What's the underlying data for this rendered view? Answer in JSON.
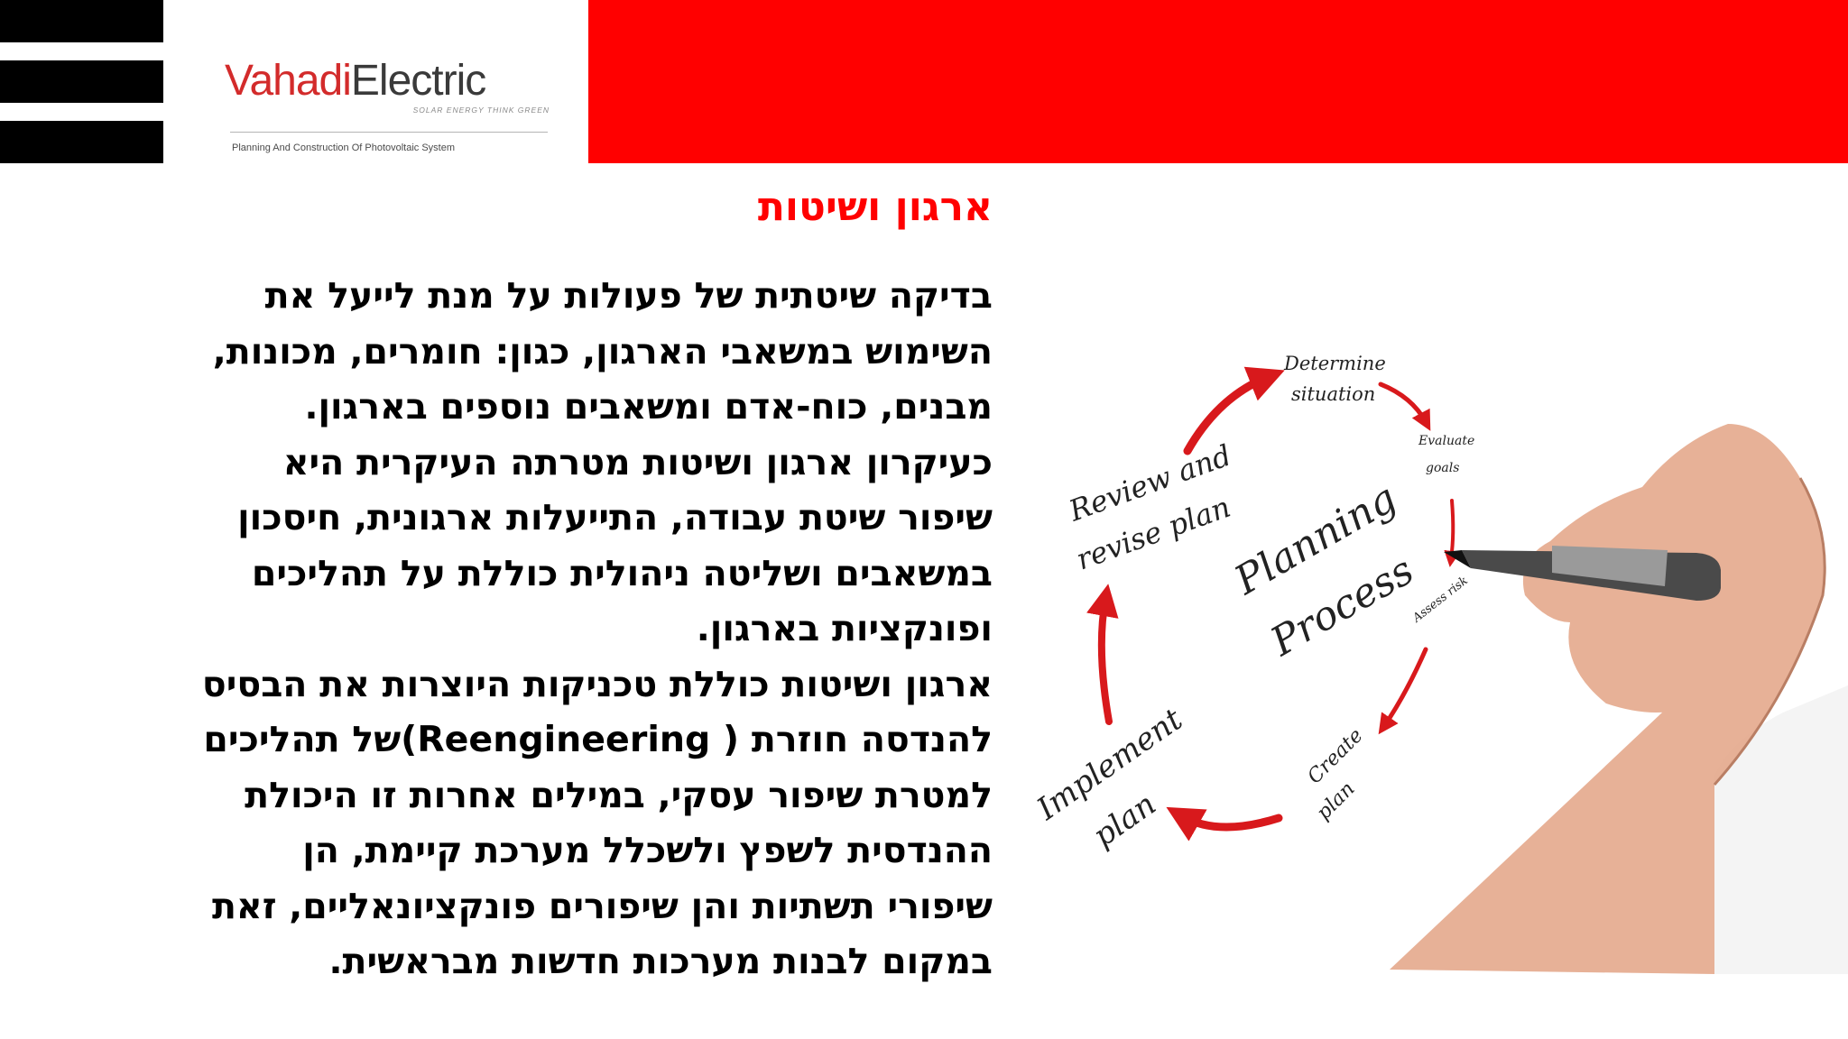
{
  "logo": {
    "brand_part1": "Vahadi",
    "brand_part2": "Electric",
    "tagline": "SOLAR ENERGY THINK GREEN",
    "subtitle": "Planning And Construction Of Photovoltaic System"
  },
  "slide": {
    "title": "ארגון ושיטות",
    "body_lines": [
      "בדיקה שיטתית של פעולות על מנת לייעל את",
      "השימוש במשאבי הארגון, כגון: חומרים, מכונות,",
      "מבנים, כוח-אדם ומשאבים נוספים בארגון.",
      "כעיקרון ארגון ושיטות מטרתה העיקרית היא",
      "שיפור שיטת עבודה, התייעלות ארגונית, חיסכון",
      "במשאבים ושליטה ניהולית כוללת על תהליכים",
      "ופונקציות בארגון.",
      "ארגון ושיטות כוללת טכניקות היוצרות את הבסיס",
      "להנדסה חוזרת ( Reengineering)של תהליכים",
      "למטרת שיפור עסקי, במילים אחרות זו היכולת",
      "ההנדסית לשפץ ולשכלל מערכת קיימת, הן",
      "שיפורי תשתיות והן שיפורים פונקציונאליים, זאת",
      "במקום לבנות מערכות חדשות מבראשית."
    ]
  },
  "illustration": {
    "center_line1": "Planning",
    "center_line2": "Process",
    "steps": {
      "determine_1": "Determine",
      "determine_2": "situation",
      "evaluate_1": "Evaluate",
      "evaluate_2": "goals",
      "assess": "Assess risk",
      "create_1": "Create",
      "create_2": "plan",
      "implement_1": "Implement",
      "implement_2": "plan",
      "review_1": "Review and",
      "review_2": "revise plan"
    }
  },
  "colors": {
    "accent_red": "#ff0000",
    "arrow_red": "#d8191c",
    "bars": "#000000",
    "text": "#000000"
  }
}
